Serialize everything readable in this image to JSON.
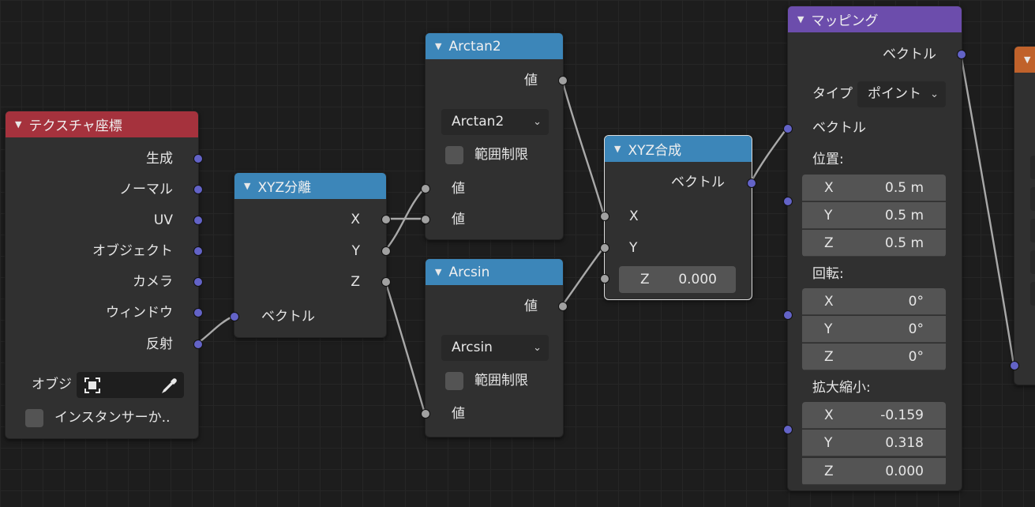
{
  "colors": {
    "texcoord_header": "#a5323d",
    "converter_header": "#3c86b9",
    "vector_header": "#6c4dac",
    "shader_header": "#c0622b",
    "vector_socket": "#6363c7",
    "float_socket": "#a1a1a1"
  },
  "texcoord": {
    "title": "テクスチャ座標",
    "outputs": [
      "生成",
      "ノーマル",
      "UV",
      "オブジェクト",
      "カメラ",
      "ウィンドウ",
      "反射"
    ],
    "object_label": "オブジ",
    "instancer_label": "インスタンサーか..",
    "icons": [
      "object-icon",
      "eyedropper-icon"
    ]
  },
  "separate": {
    "title": "XYZ分離",
    "outputs": [
      "X",
      "Y",
      "Z"
    ],
    "input": "ベクトル"
  },
  "arctan2": {
    "title": "Arctan2",
    "output": "値",
    "operation": "Arctan2",
    "clamp": "範囲制限",
    "inputs": [
      "値",
      "値"
    ]
  },
  "arcsin": {
    "title": "Arcsin",
    "output": "値",
    "operation": "Arcsin",
    "clamp": "範囲制限",
    "input": "値"
  },
  "combine": {
    "title": "XYZ合成",
    "output": "ベクトル",
    "inputs": [
      "X",
      "Y"
    ],
    "z_label": "Z",
    "z_value": "0.000"
  },
  "mapping": {
    "title": "マッピング",
    "output": "ベクトル",
    "type_label": "タイプ",
    "type_value": "ポイント",
    "vector_input": "ベクトル",
    "location_label": "位置:",
    "location": [
      {
        "axis": "X",
        "value": "0.5 m"
      },
      {
        "axis": "Y",
        "value": "0.5 m"
      },
      {
        "axis": "Z",
        "value": "0.5 m"
      }
    ],
    "rotation_label": "回転:",
    "rotation": [
      {
        "axis": "X",
        "value": "0°"
      },
      {
        "axis": "Y",
        "value": "0°"
      },
      {
        "axis": "Z",
        "value": "0°"
      }
    ],
    "scale_label": "拡大縮小:",
    "scale": [
      {
        "axis": "X",
        "value": "-0.159"
      },
      {
        "axis": "Y",
        "value": "0.318"
      },
      {
        "axis": "Z",
        "value": "0.000"
      }
    ]
  }
}
